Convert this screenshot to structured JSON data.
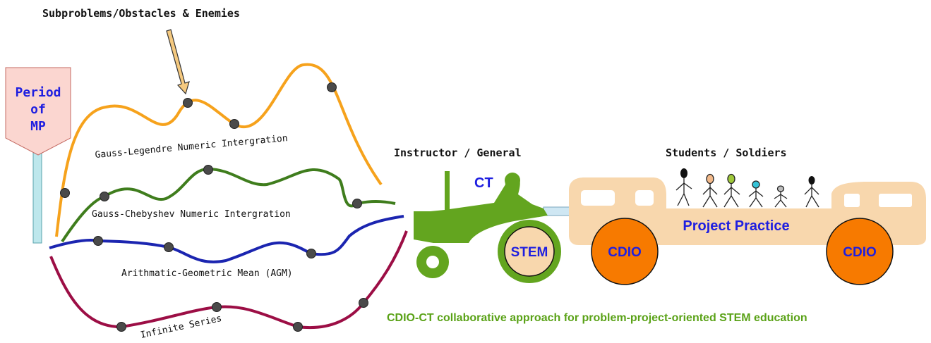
{
  "top_label": "Subproblems/Obstacles & Enemies",
  "period": {
    "line1": "Period",
    "line2": "of",
    "line3": "MP"
  },
  "curves": {
    "gauss_legendre": "Gauss-Legendre Numeric Intergration",
    "gauss_chebyshev": "Gauss-Chebyshev Numeric Intergration",
    "agm": "Arithmatic-Geometric Mean (AGM)",
    "infinite_series": "Infinite Series"
  },
  "instructor_label": "Instructor / General",
  "students_label": "Students / Soldiers",
  "tractor": {
    "ct": "CT",
    "wheel": "STEM"
  },
  "trailer": {
    "title": "Project Practice",
    "wheel_left": "CDIO",
    "wheel_right": "CDIO"
  },
  "caption": "CDIO-CT collaborative approach for problem-project-oriented STEM education",
  "colors": {
    "orange_curve": "#f6a21c",
    "green_curve": "#3f7d1d",
    "blue_curve": "#1b25b0",
    "crimson_curve": "#9c0e45",
    "tractor": "#63a51f",
    "trailer": "#f8d7ad",
    "wheel_orange": "#f77a00",
    "label_blue": "#1f1fe0",
    "caption_green": "#5aa217"
  }
}
